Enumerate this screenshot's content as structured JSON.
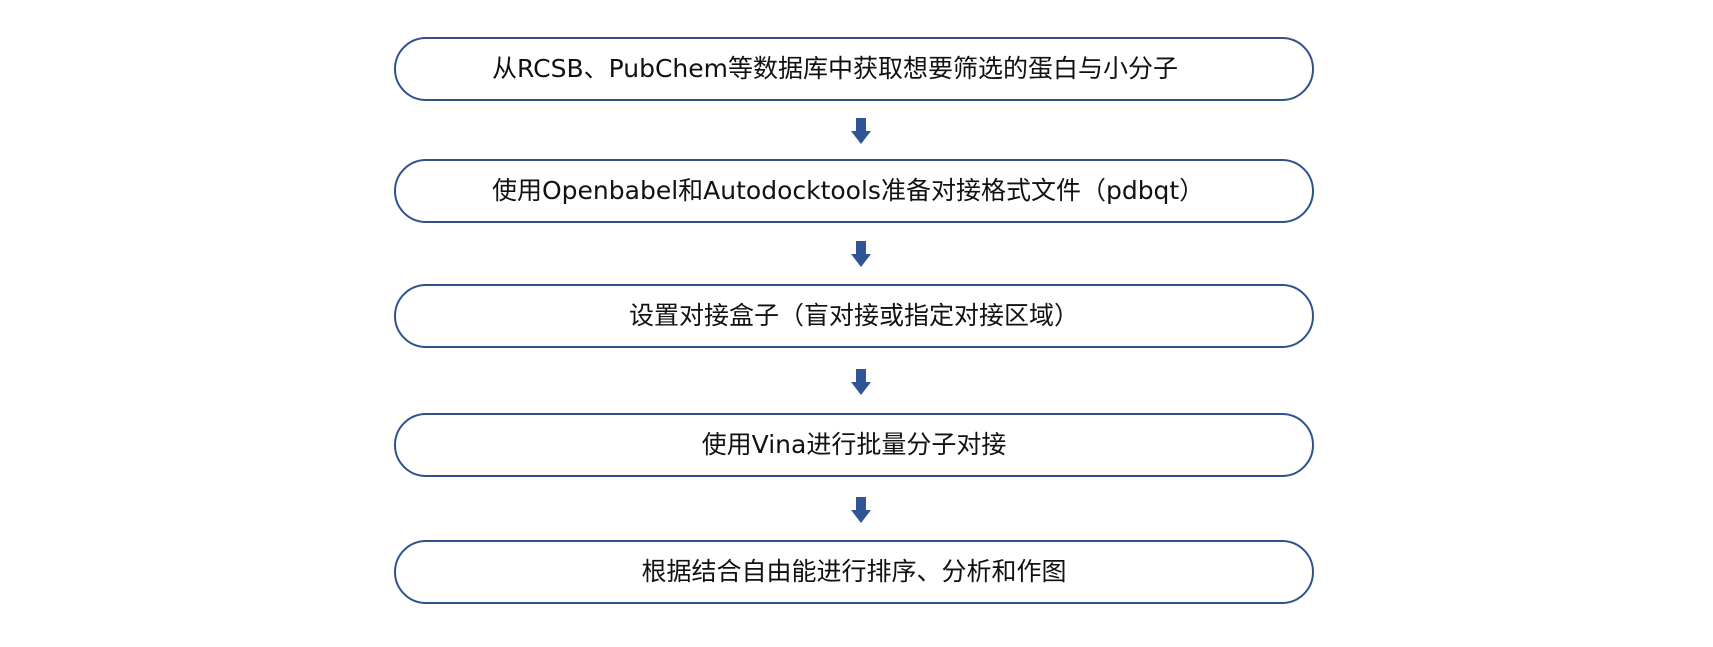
{
  "flowchart": {
    "steps": [
      {
        "label": "从RCSB、PubChem等数据库中获取想要筛选的蛋白与小分子"
      },
      {
        "label": "使用Openbabel和Autodocktools准备对接格式文件（pdbqt）"
      },
      {
        "label": "设置对接盒子（盲对接或指定对接区域）"
      },
      {
        "label": "使用Vina进行批量分子对接"
      },
      {
        "label": "根据结合自由能进行排序、分析和作图"
      }
    ],
    "colors": {
      "border": "#2f528f",
      "arrow": "#2f5597",
      "text": "#111111",
      "background": "#ffffff"
    },
    "arrow_icon": "arrow-down-icon"
  }
}
